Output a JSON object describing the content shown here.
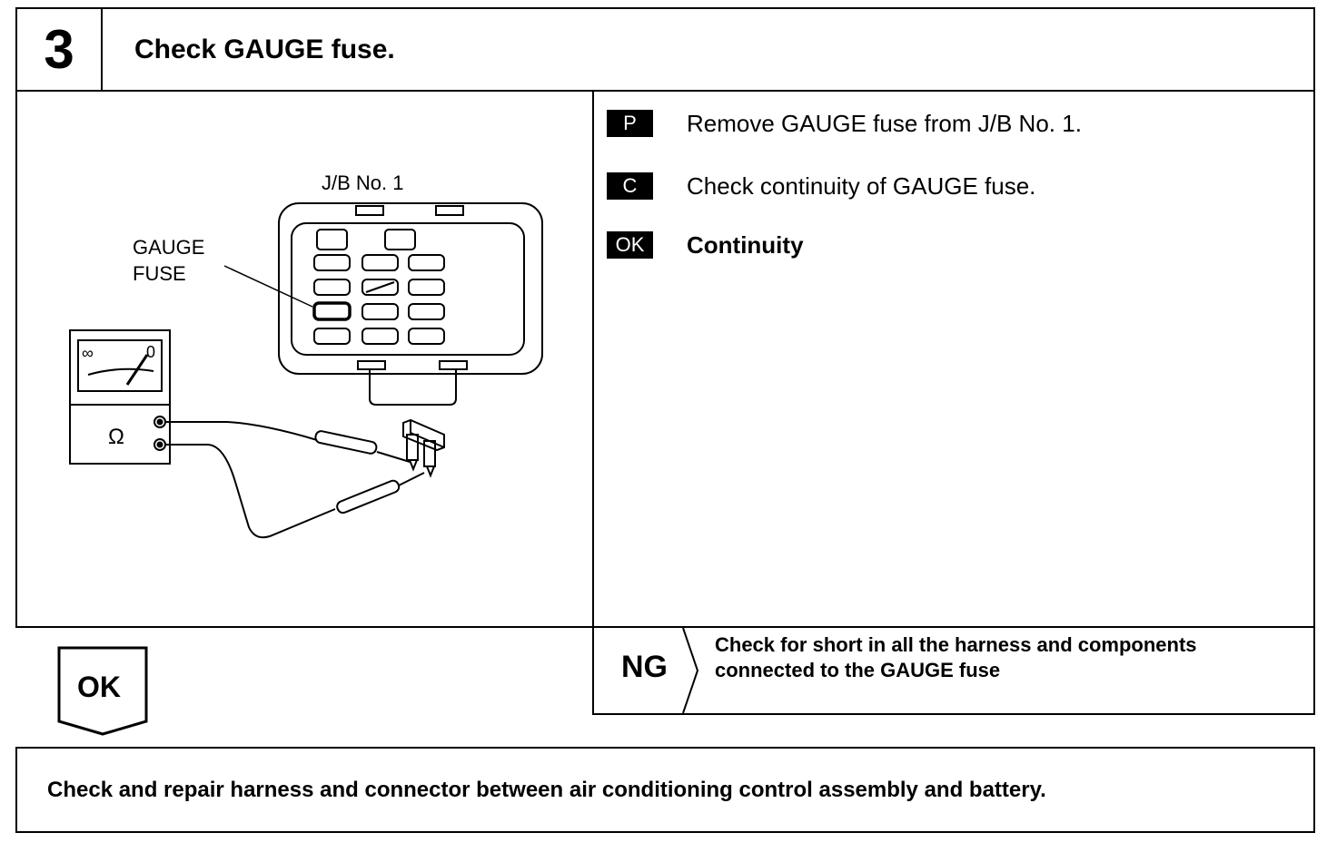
{
  "header": {
    "step_number": "3",
    "title": "Check GAUGE fuse."
  },
  "diagram": {
    "junction_block_label": "J/B No. 1",
    "fuse_label_line1": "GAUGE",
    "fuse_label_line2": "FUSE",
    "meter_infinity": "∞",
    "meter_zero": "0",
    "meter_unit": "Ω"
  },
  "steps": [
    {
      "tag": "P",
      "text": "Remove GAUGE fuse from J/B No. 1.",
      "bold": false
    },
    {
      "tag": "C",
      "text": "Check continuity of GAUGE fuse.",
      "bold": false
    },
    {
      "tag": "OK",
      "text": "Continuity",
      "bold": true
    }
  ],
  "ok_result": {
    "label": "OK"
  },
  "ng_result": {
    "label": "NG",
    "text": "Check for short in all the harness and components connected to the GAUGE fuse"
  },
  "next_step": {
    "text": "Check and repair harness and connector between air conditioning control assembly and battery."
  }
}
